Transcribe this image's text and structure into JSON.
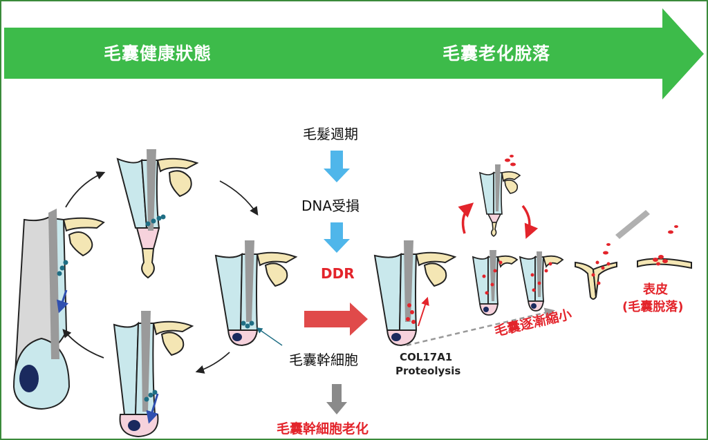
{
  "banner": {
    "left_label": "毛囊健康狀態",
    "right_label": "毛囊老化脫落",
    "color": "#3dbb4a"
  },
  "flow": {
    "step1": "毛髮週期",
    "step2": "DNA受損",
    "step3": "DDR",
    "step4": "毛囊幹細胞",
    "step5": "毛囊幹細胞老化"
  },
  "labels": {
    "col17a1_line1": "COL17A1",
    "col17a1_line2": "Proteolysis",
    "shrink": "毛囊逐漸縮小",
    "epidermis_line1": "表皮",
    "epidermis_line2": "(毛囊脫落)"
  },
  "colors": {
    "accent_red": "#e3242b",
    "flow_blue": "#4fb6ea",
    "stem_cell_teal": "#1f6e84",
    "follicle_fill": "#c9e8ec",
    "sebaceous": "#f4e6b4",
    "hair_shaft": "#9a9a9a"
  }
}
